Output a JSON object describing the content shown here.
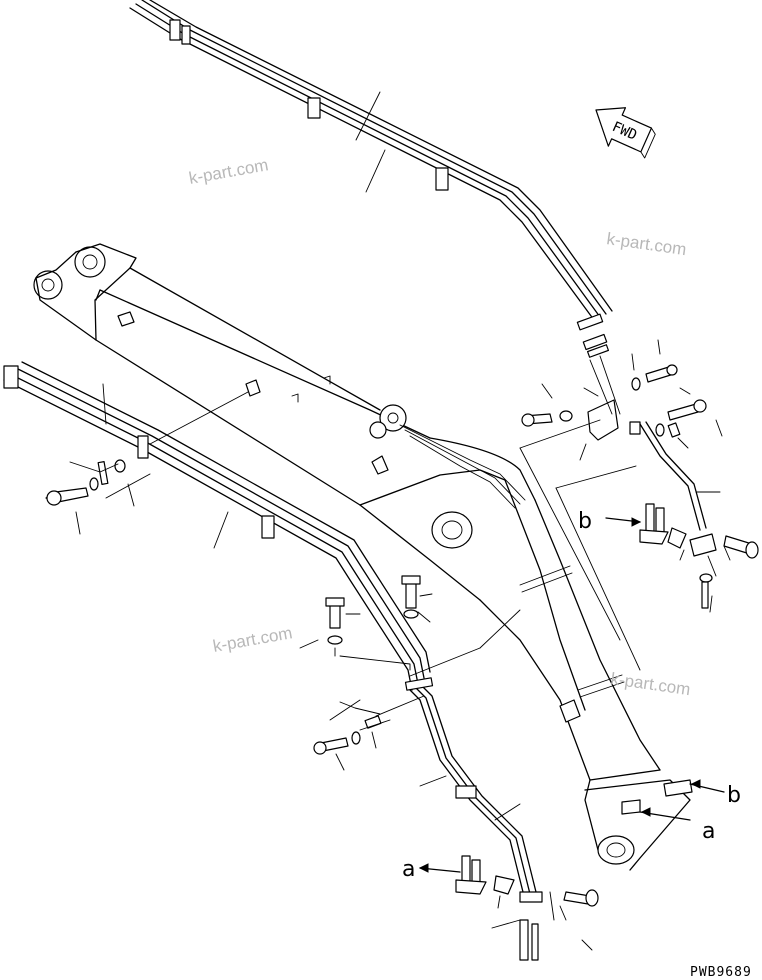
{
  "fwd_marker": "FWD",
  "labels": {
    "a_left": "a",
    "a_right": "a",
    "b_upper": "b",
    "b_lower": "b"
  },
  "watermarks": [
    "k-part.com",
    "k-part.com",
    "k-part.com",
    "k-part.com"
  ],
  "drawing_code": "PWB9689",
  "colors": {
    "line": "#000000",
    "background": "#ffffff",
    "watermark": "#b8b8b8"
  }
}
